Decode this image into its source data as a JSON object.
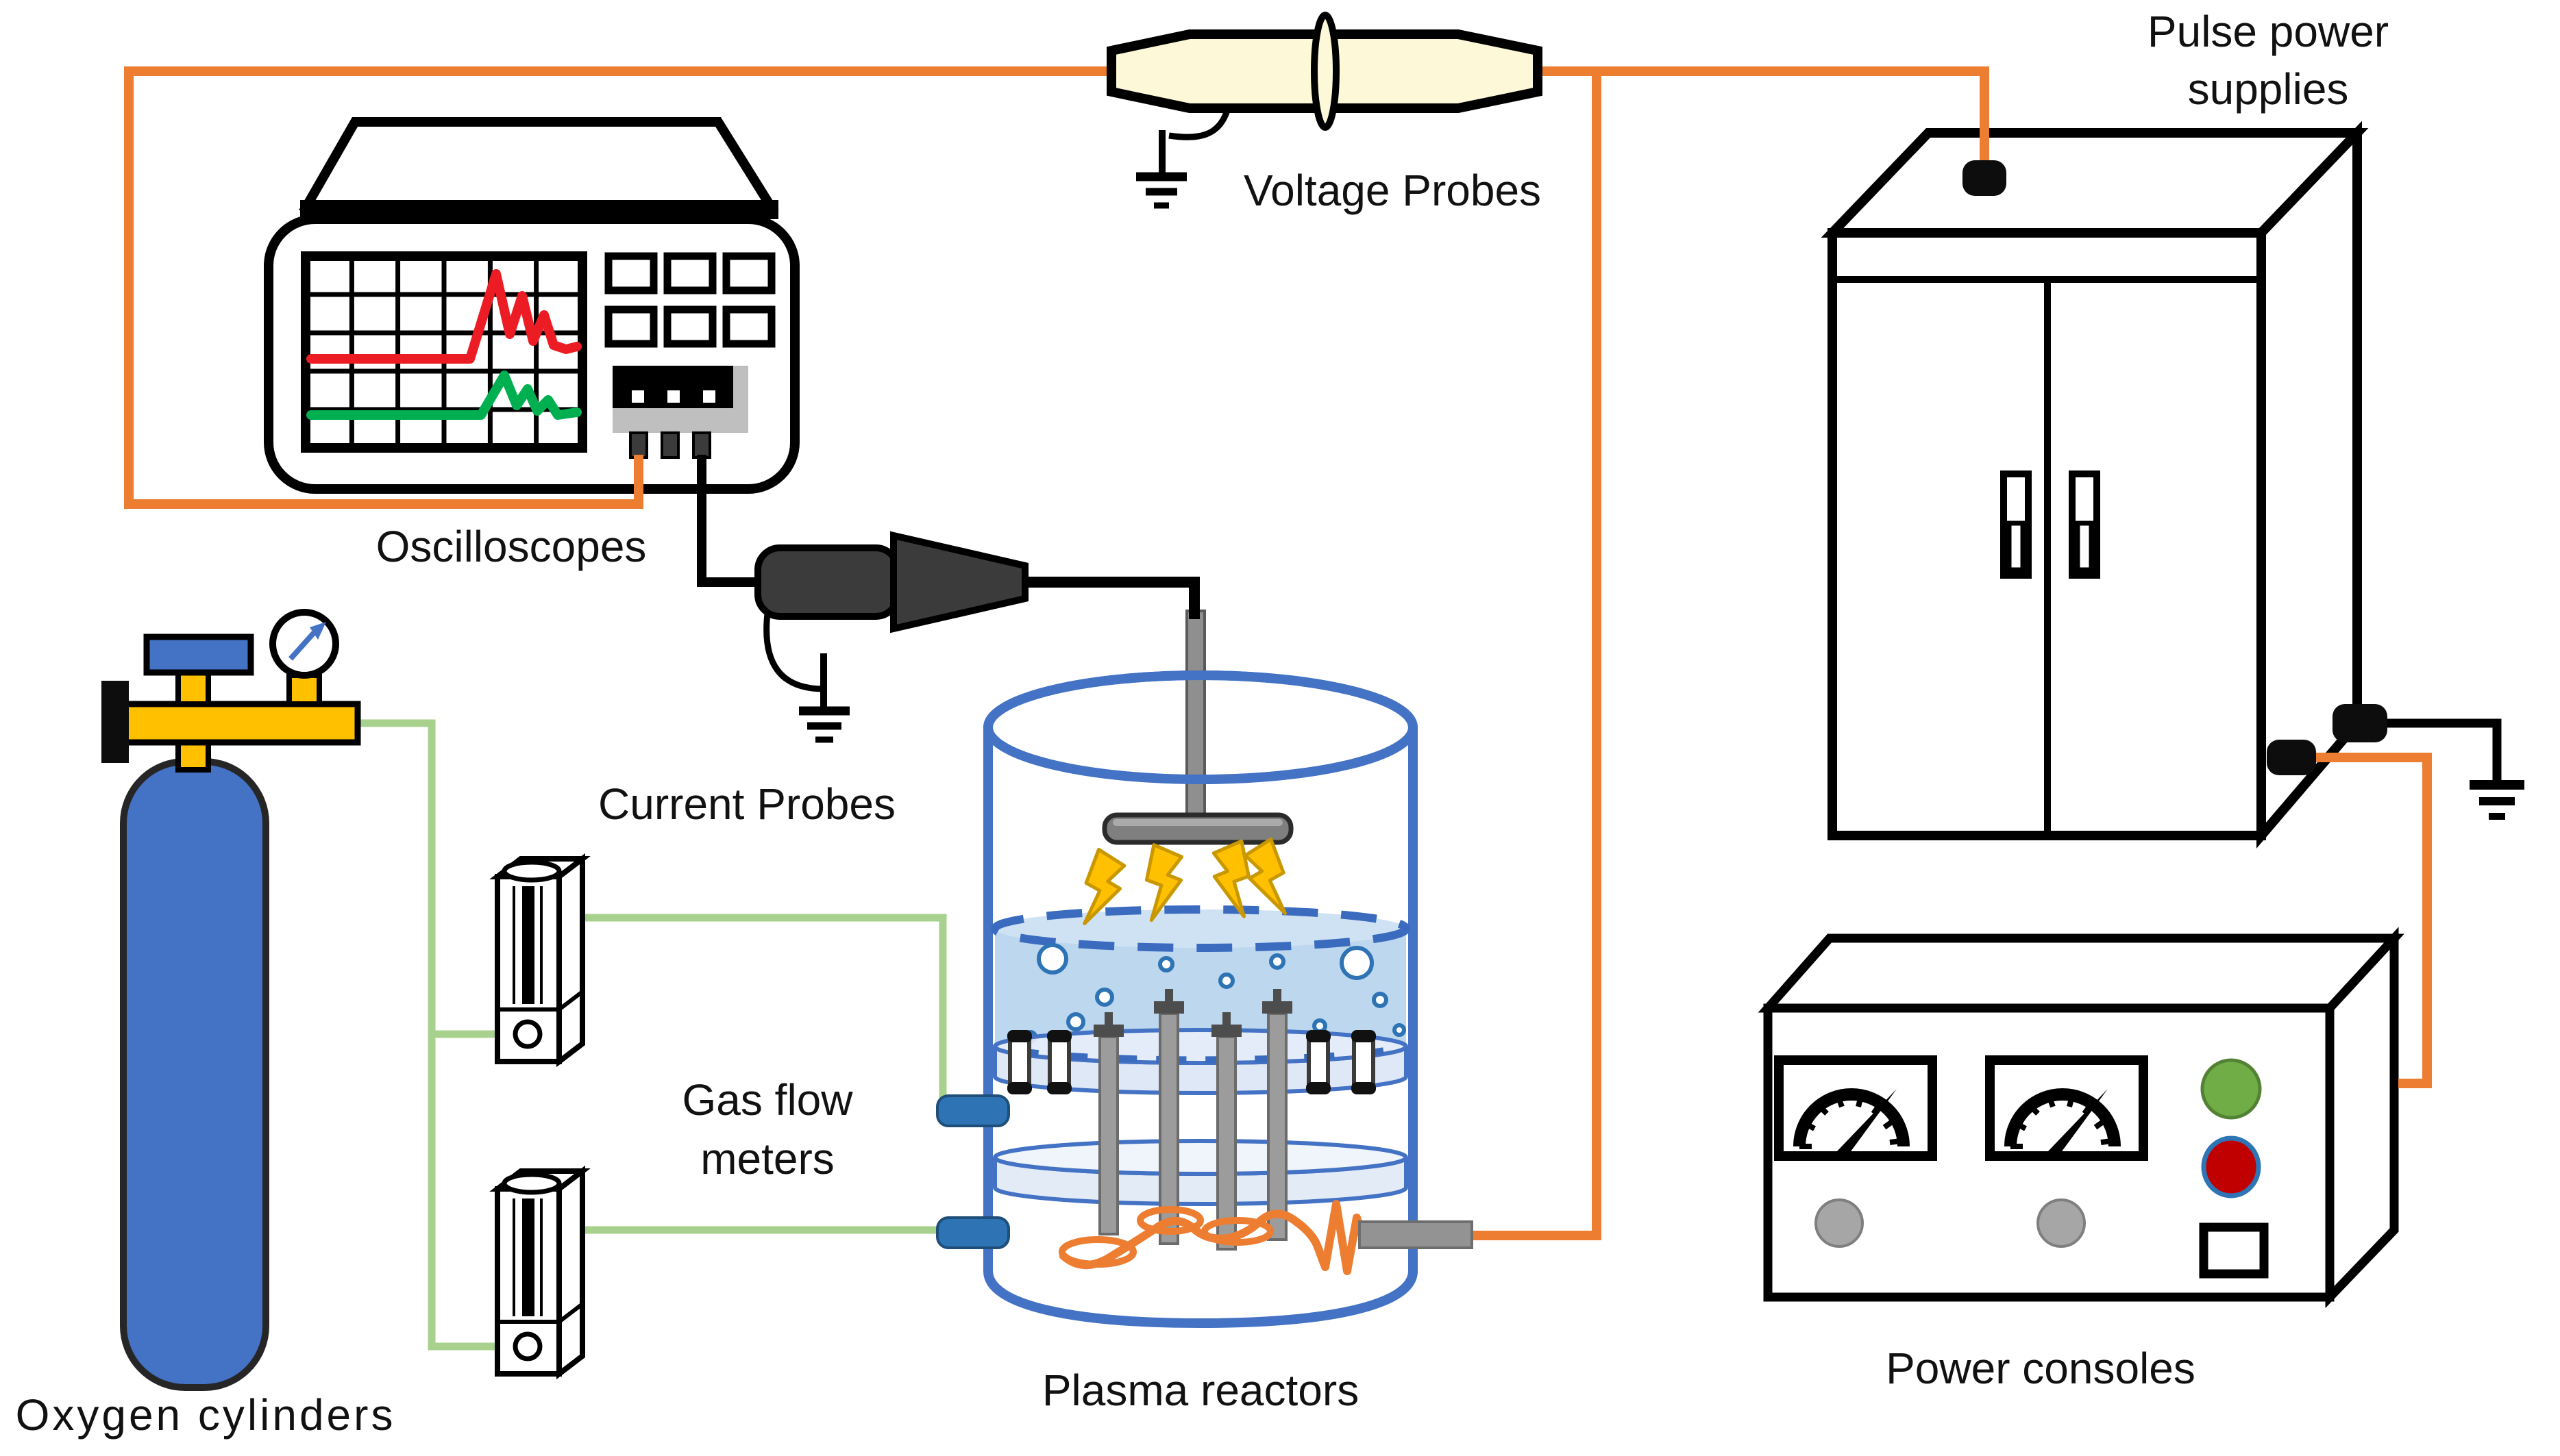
{
  "labels": {
    "oscilloscopes": "Oscilloscopes",
    "voltage_probes": "Voltage Probes",
    "current_probes": "Current Probes",
    "gas_flow_meters_line1": "Gas flow",
    "gas_flow_meters_line2": "meters",
    "oxygen_cylinders": "Oxygen cylinders",
    "plasma_reactors": "Plasma reactors",
    "pulse_power_supplies_line1": "Pulse power",
    "pulse_power_supplies_line2": "supplies",
    "power_consoles": "Power consoles"
  },
  "colors": {
    "wire_orange": "#ED7D31",
    "gas_tube_green": "#A9D18E",
    "reactor_blue": "#4472C4",
    "dashed_water_blue": "#2E74B5",
    "water_fill": "#BDD7EE",
    "valve_yellow": "#FFC000",
    "scope_trace_red": "#EC1C24",
    "scope_trace_green": "#00B050",
    "lightning_yellow": "#FFC000",
    "button_green": "#70AD47",
    "button_red": "#C00000",
    "lens_cream": "#FCF8D8",
    "cylinder_blue": "#4472C4"
  },
  "components": [
    "oxygen-cylinder",
    "gas-flow-meter-1",
    "gas-flow-meter-2",
    "oscilloscope",
    "current-probe",
    "voltage-probe",
    "plasma-reactor",
    "pulse-power-supply",
    "power-console"
  ],
  "icons": [
    "pressure-gauge-icon",
    "ground-icon",
    "lightning-bolt-icon",
    "analog-meter-icon",
    "waveform-icon",
    "electrode-icon"
  ]
}
